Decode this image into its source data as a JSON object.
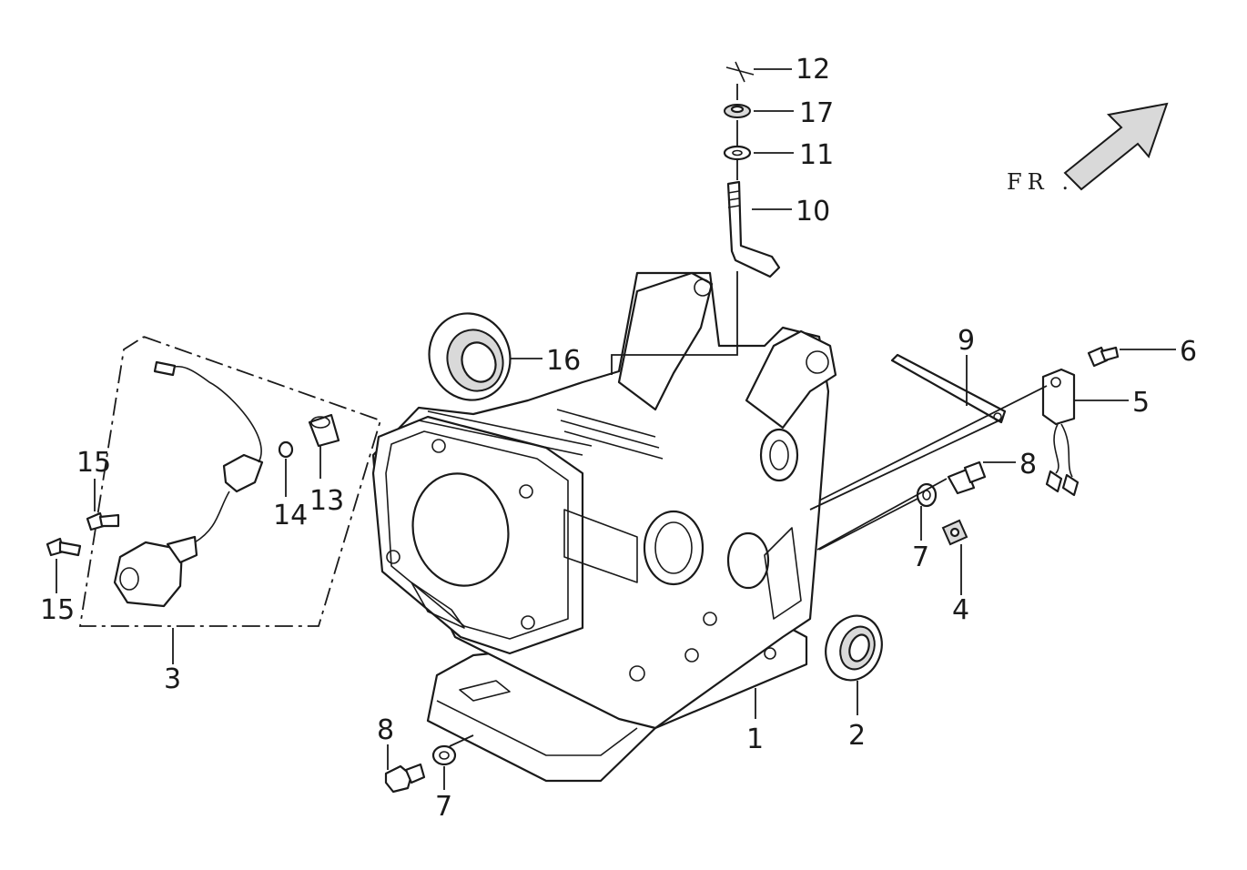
{
  "direction_label": "FR .",
  "callouts": {
    "c1": "1",
    "c2": "2",
    "c3": "3",
    "c4": "4",
    "c5": "5",
    "c6": "6",
    "c7a": "7",
    "c7b": "7",
    "c8a": "8",
    "c8b": "8",
    "c9": "9",
    "c10": "10",
    "c11": "11",
    "c12": "12",
    "c13": "13",
    "c14": "14",
    "c15a": "15",
    "c15b": "15",
    "c16": "16",
    "c17": "17"
  },
  "colors": {
    "line": "#1a1a1a",
    "background": "#ffffff",
    "fill_gray": "#d9d9d9"
  }
}
